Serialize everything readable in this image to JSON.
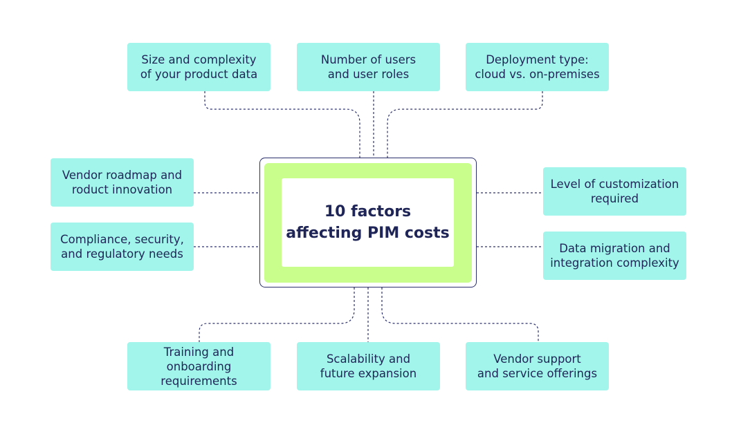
{
  "diagram": {
    "center_title": "10 factors\naffecting PIM costs",
    "factors": [
      "Size and complexity\nof your product data",
      "Number of users\nand user roles",
      "Deployment type:\ncloud vs. on-premises",
      "Vendor roadmap and\nroduct innovation",
      "Level of customization\nrequired",
      "Compliance, security,\nand regulatory needs",
      "Data migration and\nintegration complexity",
      "Training and onboarding\nrequirements",
      "Scalability and\nfuture expansion",
      "Vendor support\nand service offerings"
    ],
    "colors": {
      "box_fill": "#a1f5ea",
      "center_frame": "#c9fd8c",
      "line": "#2a2f6b",
      "text": "#1f2556"
    }
  }
}
